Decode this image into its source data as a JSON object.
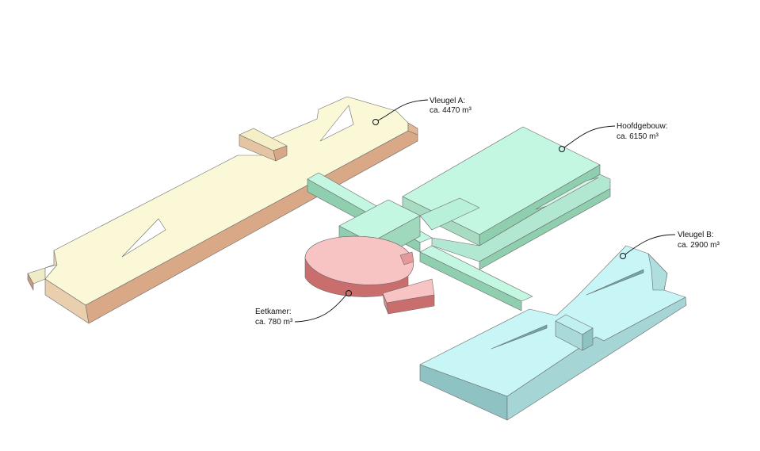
{
  "labels": {
    "vleugel_a": {
      "name": "Vleugel A:",
      "volume": "ca. 4470 m³"
    },
    "hoofdgebouw": {
      "name": "Hoofdgebouw:",
      "volume": "ca. 6150 m³"
    },
    "vleugel_b": {
      "name": "Vleugel B:",
      "volume": "ca. 2900 m³"
    },
    "eetkamer": {
      "name": "Eetkamer:",
      "volume": "ca. 780 m³"
    }
  },
  "colors": {
    "vleugel_a_top": "#fbf8d8",
    "vleugel_a_side": "#d9a887",
    "hoofdgebouw_top": "#c3f7e2",
    "hoofdgebouw_side": "#8fceae",
    "vleugel_b_top": "#c8f6f6",
    "vleugel_b_side": "#8fc2c2",
    "eetkamer_top": "#f8c3c3",
    "eetkamer_side": "#c96d6d"
  }
}
